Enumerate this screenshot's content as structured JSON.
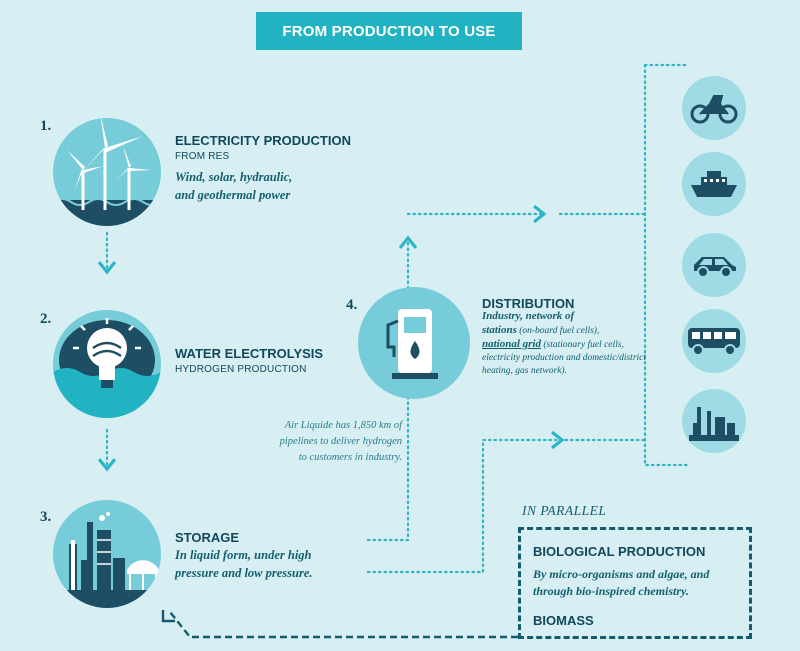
{
  "title": "FROM PRODUCTION TO USE",
  "steps": [
    {
      "num": "1.",
      "heading": "ELECTRICITY PRODUCTION",
      "sub": "FROM RES",
      "desc_line1": "Wind, solar, hydraulic,",
      "desc_line2": "and geothermal power",
      "icon": "wind-turbine-icon"
    },
    {
      "num": "2.",
      "heading": "WATER ELECTROLYSIS",
      "sub": "HYDROGEN PRODUCTION",
      "icon": "lightbulb-icon"
    },
    {
      "num": "3.",
      "heading": "STORAGE",
      "desc_line1": "In liquid form, under high",
      "desc_line2": "pressure and low pressure.",
      "icon": "storage-plant-icon"
    },
    {
      "num": "4.",
      "heading": "DISTRIBUTION",
      "icon": "fuel-pump-icon"
    }
  ],
  "distribution": {
    "lead1": "Industry, network of",
    "lead2": "stations",
    "lead2_rest": " (on-board fuel cells),",
    "lead3": "national grid",
    "lead3_rest": " (stationary fuel cells, electricity production and domestic/district heating, gas network)."
  },
  "pipeline_note": {
    "line1": "Air Liquide has 1,850 km of",
    "line2": "pipelines to deliver hydrogen",
    "line3": "to customers in industry."
  },
  "parallel": {
    "label": "IN PARALLEL",
    "bio_heading": "BIOLOGICAL PRODUCTION",
    "bio_line1": "By micro-organisms and algae, and",
    "bio_line2": "through bio-inspired chemistry.",
    "biomass": "BIOMASS"
  },
  "uses": [
    {
      "icon": "motorcycle-icon"
    },
    {
      "icon": "ship-icon"
    },
    {
      "icon": "car-icon"
    },
    {
      "icon": "bus-icon"
    },
    {
      "icon": "factory-icon"
    }
  ],
  "colors": {
    "background": "#d7eef2",
    "accent": "#22b3c3",
    "dark": "#11485b",
    "circle": "#76ccd8",
    "arrow": "#2cb5c5"
  }
}
